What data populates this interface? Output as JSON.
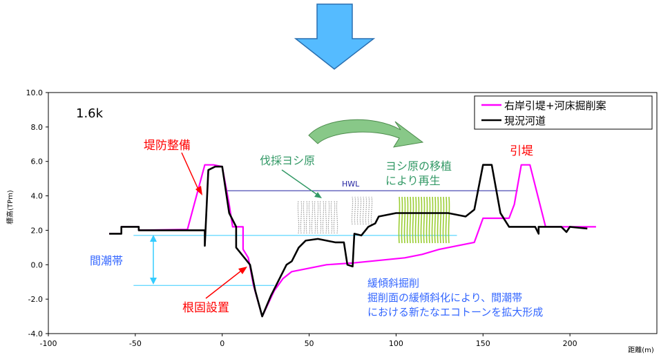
{
  "chart_data": {
    "type": "line",
    "section_label": "1.6k",
    "ylabel": "標高(TPm)",
    "xlabel": "距離(m)",
    "xlim": [
      -100,
      250
    ],
    "ylim": [
      -4,
      10
    ],
    "xticks": [
      "-100",
      "-50",
      "0",
      "50",
      "100",
      "150",
      "200"
    ],
    "yticks": [
      "-4.0",
      "-2.0",
      "0.0",
      "2.0",
      "4.0",
      "6.0",
      "8.0",
      "10.0"
    ],
    "legend_position": "top-right",
    "series": [
      {
        "name": "右岸引堤+河床掘削案",
        "color": "#ff00ff",
        "points": [
          [
            -65,
            1.8
          ],
          [
            -58,
            1.8
          ],
          [
            -58,
            2.2
          ],
          [
            -48,
            2.2
          ],
          [
            -48,
            2.0
          ],
          [
            -20,
            2.05
          ],
          [
            -10,
            5.8
          ],
          [
            -5,
            5.8
          ],
          [
            0,
            5.7
          ],
          [
            4,
            3.5
          ],
          [
            6,
            2.2
          ],
          [
            12,
            2.2
          ],
          [
            12,
            0.9
          ],
          [
            15,
            0.4
          ],
          [
            18,
            -1.2
          ],
          [
            23,
            -3.0
          ],
          [
            30,
            -1.5
          ],
          [
            35,
            -0.8
          ],
          [
            40,
            -0.4
          ],
          [
            50,
            -0.2
          ],
          [
            60,
            0.0
          ],
          [
            75,
            0.1
          ],
          [
            85,
            0.2
          ],
          [
            95,
            0.3
          ],
          [
            105,
            0.4
          ],
          [
            115,
            0.6
          ],
          [
            125,
            0.9
          ],
          [
            135,
            1.1
          ],
          [
            145,
            1.3
          ],
          [
            150,
            2.7
          ],
          [
            165,
            2.7
          ],
          [
            168,
            3.5
          ],
          [
            172,
            5.8
          ],
          [
            177,
            5.8
          ],
          [
            186,
            2.2
          ],
          [
            205,
            2.2
          ],
          [
            215,
            2.2
          ]
        ]
      },
      {
        "name": "現況河道",
        "color": "#000000",
        "points": [
          [
            -65,
            1.8
          ],
          [
            -58,
            1.8
          ],
          [
            -58,
            2.2
          ],
          [
            -48,
            2.2
          ],
          [
            -48,
            2.0
          ],
          [
            -10,
            2.0
          ],
          [
            -10,
            1.1
          ],
          [
            -8,
            5.5
          ],
          [
            -4,
            5.7
          ],
          [
            0,
            5.7
          ],
          [
            4,
            3.0
          ],
          [
            8,
            2.2
          ],
          [
            8,
            1.0
          ],
          [
            12,
            0.5
          ],
          [
            16,
            0.0
          ],
          [
            19,
            -1.5
          ],
          [
            23,
            -3.0
          ],
          [
            28,
            -1.8
          ],
          [
            33,
            -0.8
          ],
          [
            37,
            0.0
          ],
          [
            40,
            0.2
          ],
          [
            44,
            1.0
          ],
          [
            48,
            1.4
          ],
          [
            55,
            1.5
          ],
          [
            65,
            1.3
          ],
          [
            70,
            1.3
          ],
          [
            72,
            0.0
          ],
          [
            75,
            -0.1
          ],
          [
            76,
            1.8
          ],
          [
            80,
            1.7
          ],
          [
            84,
            2.2
          ],
          [
            88,
            2.4
          ],
          [
            90,
            2.8
          ],
          [
            100,
            3.0
          ],
          [
            130,
            3.0
          ],
          [
            140,
            2.8
          ],
          [
            145,
            3.2
          ],
          [
            150,
            5.8
          ],
          [
            155,
            5.8
          ],
          [
            160,
            3.0
          ],
          [
            165,
            2.2
          ],
          [
            175,
            2.2
          ],
          [
            180,
            2.2
          ],
          [
            182,
            1.8
          ],
          [
            182,
            2.2
          ],
          [
            195,
            2.2
          ],
          [
            198,
            1.9
          ],
          [
            200,
            2.2
          ],
          [
            210,
            2.1
          ]
        ]
      }
    ],
    "reference_lines": [
      {
        "name": "HWL",
        "y": 4.3,
        "x_range": [
          2,
          170
        ],
        "color": "#1f1f9f"
      },
      {
        "name": "tide_high",
        "y": 1.7,
        "x_range": [
          -51,
          135
        ],
        "color": "#33ccff"
      },
      {
        "name": "tide_low",
        "y": -1.2,
        "x_range": [
          -51,
          30
        ],
        "color": "#33ccff"
      }
    ]
  },
  "annotations": {
    "embankment": "堤防整備",
    "base_protection": "根固設置",
    "reed_cut": "伐採ヨシ原",
    "reed_transplant_1": "ヨシ原の移植",
    "reed_transplant_2": "により再生",
    "setback": "引堤",
    "intertidal": "間潮帯",
    "slope_1": "緩傾斜掘削",
    "slope_2": "掘削面の緩傾斜化により、間潮帯",
    "slope_3": "における新たなエコトーンを拡大形成",
    "hwl": "HWL"
  },
  "colors": {
    "arrow_fill": "#55bbff",
    "arrow_stroke": "#2a6fb0",
    "red_text": "#ff0000",
    "green_text": "#339966",
    "blue_text": "#3366ff",
    "curved_arrow": "#88c888",
    "reed_green": "#9acd32",
    "reed_grey": "#999999"
  }
}
